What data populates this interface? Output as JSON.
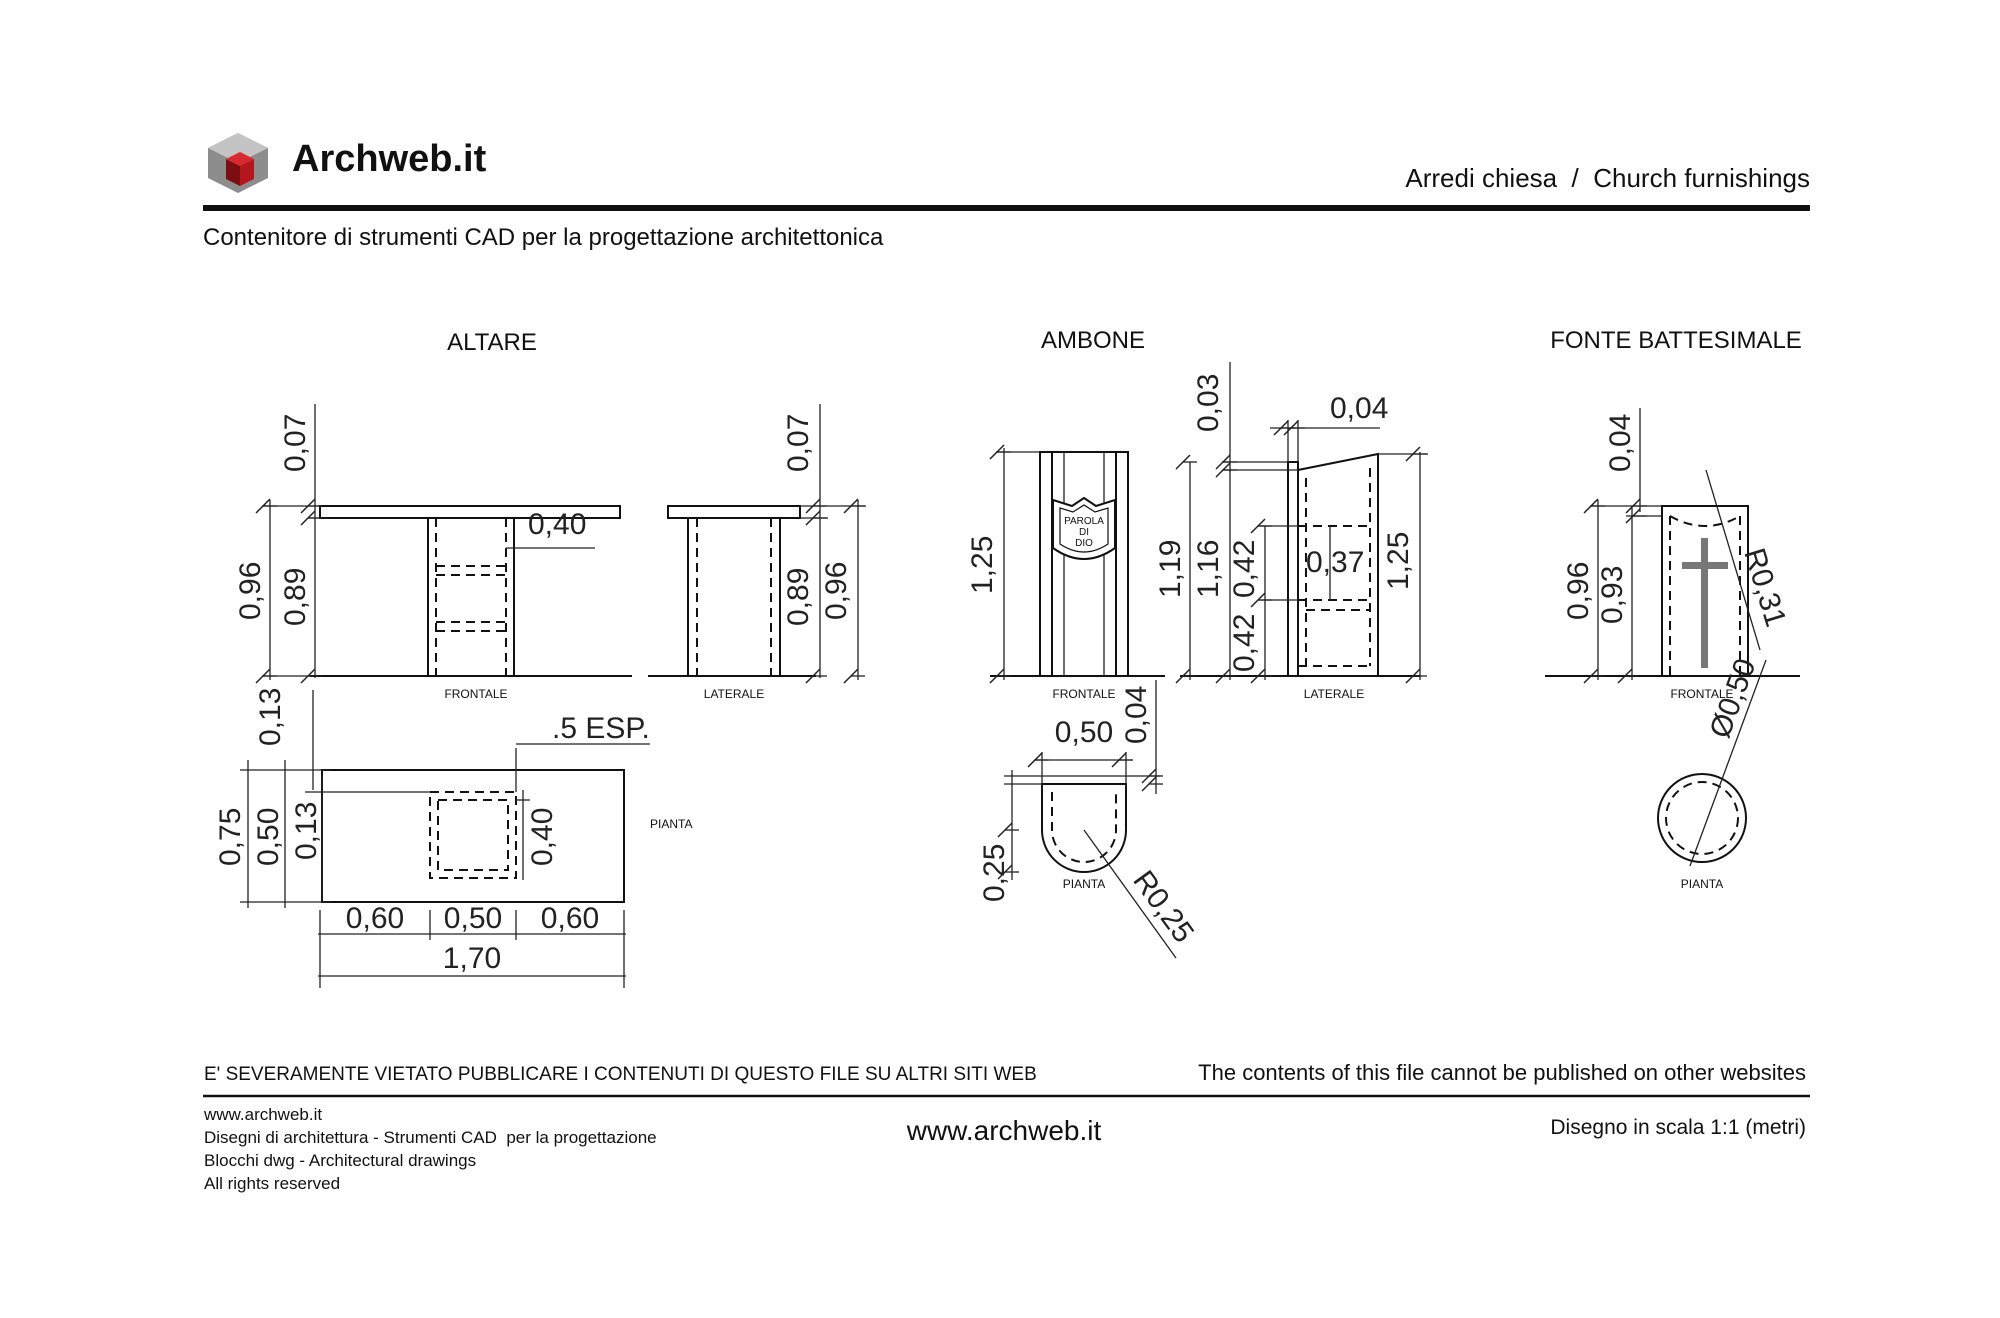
{
  "header": {
    "logo_text": "Archweb.it",
    "category": "Arredi chiesa  /  Church furnishings",
    "subtitle": "Contenitore di strumenti CAD per la progettazione architettonica"
  },
  "sections": {
    "altare": {
      "title": "ALTARE",
      "frontale_label": "FRONTALE",
      "laterale_label": "LATERALE",
      "pianta_label": "PIANTA",
      "dims": {
        "top_007_front": "0,07",
        "h096_front": "0,96",
        "h089_front": "0,89",
        "w040": "0,40",
        "top_007_side": "0,07",
        "h089_side": "0,89",
        "h096_side": "0,96",
        "p013_top": "0,13",
        "esp": ".5 ESP.",
        "p075": "0,75",
        "p050_v": "0,50",
        "p013_v": "0,13",
        "p040_v": "0,40",
        "p060_l": "0,60",
        "p050_h": "0,50",
        "p060_r": "0,60",
        "p170": "1,70"
      }
    },
    "ambone": {
      "title": "AMBONE",
      "frontale_label": "FRONTALE",
      "laterale_label": "LATERALE",
      "pianta_label": "PIANTA",
      "emblem_lines": [
        "PAROLA",
        "DI",
        "DIO"
      ],
      "dims": {
        "h125_front": "1,25",
        "top003": "0,03",
        "w004": "0,04",
        "h119": "1,19",
        "h116": "1,16",
        "h042_top": "0,42",
        "h042_bot": "0,42",
        "w037": "0,37",
        "h125_side": "1,25",
        "p050": "0,50",
        "p004": "0,04",
        "p025": "0,25",
        "r025": "R0,25"
      }
    },
    "fonte": {
      "title": "FONTE BATTESIMALE",
      "frontale_label": "FRONTALE",
      "pianta_label": "PIANTA",
      "dims": {
        "top004": "0,04",
        "h096": "0,96",
        "h093": "0,93",
        "r031": "R0,31",
        "d050": "Ø0,50"
      }
    }
  },
  "footer": {
    "warning_it": "E' SEVERAMENTE VIETATO PUBBLICARE I CONTENUTI DI QUESTO FILE SU ALTRI SITI WEB",
    "warning_en": "The contents of this file cannot be published on other websites",
    "info_lines": [
      "www.archweb.it",
      "Disegni di architettura - Strumenti CAD  per la progettazione",
      "Blocchi dwg - Architectural drawings",
      "All rights reserved"
    ],
    "center_url": "www.archweb.it",
    "scale_note": "Disegno in scala 1:1 (metri)"
  },
  "colors": {
    "logo_red": "#b3161c",
    "logo_gray": "#8d8d8d",
    "line": "#111111"
  }
}
